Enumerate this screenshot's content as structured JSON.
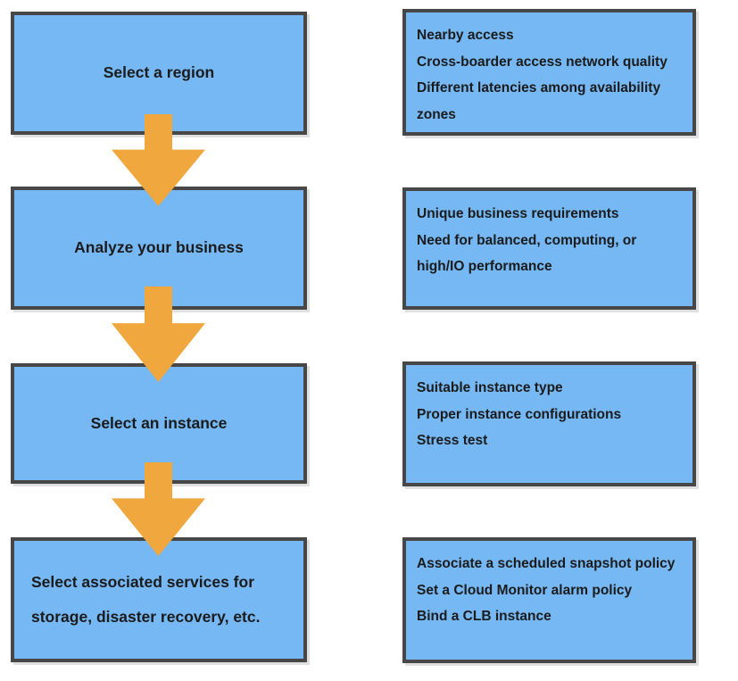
{
  "colors": {
    "box_fill": "#75B8F3",
    "box_border": "#474747",
    "arrow": "#EFA73E",
    "text": "#1B1B1B"
  },
  "steps": [
    {
      "title": "Select a region",
      "notes": [
        "Nearby access",
        "Cross-boarder access network quality",
        "Different latencies among availability zones"
      ]
    },
    {
      "title": "Analyze your business",
      "notes": [
        "Unique business requirements",
        "Need for balanced, computing, or high/IO performance"
      ]
    },
    {
      "title": "Select an instance",
      "notes": [
        "Suitable instance type",
        "Proper instance configurations",
        "Stress test"
      ]
    },
    {
      "title": "Select associated services for storage, disaster recovery, etc.",
      "notes": [
        "Associate a scheduled snapshot policy",
        "Set a Cloud Monitor alarm policy",
        "Bind a CLB instance"
      ]
    }
  ]
}
